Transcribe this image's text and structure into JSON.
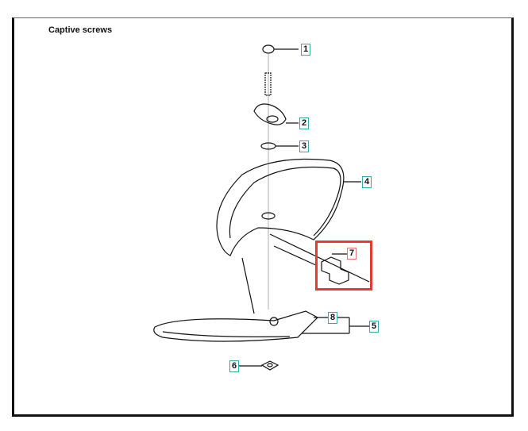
{
  "diagram": {
    "title": "Captive screws",
    "parts": [
      {
        "number": "1"
      },
      {
        "number": "2"
      },
      {
        "number": "3"
      },
      {
        "number": "4"
      },
      {
        "number": "5"
      },
      {
        "number": "6"
      },
      {
        "number": "7",
        "highlighted": true
      },
      {
        "number": "8"
      }
    ],
    "colors": {
      "label_border": "#3aa8a8",
      "highlight": "#e53935"
    }
  }
}
